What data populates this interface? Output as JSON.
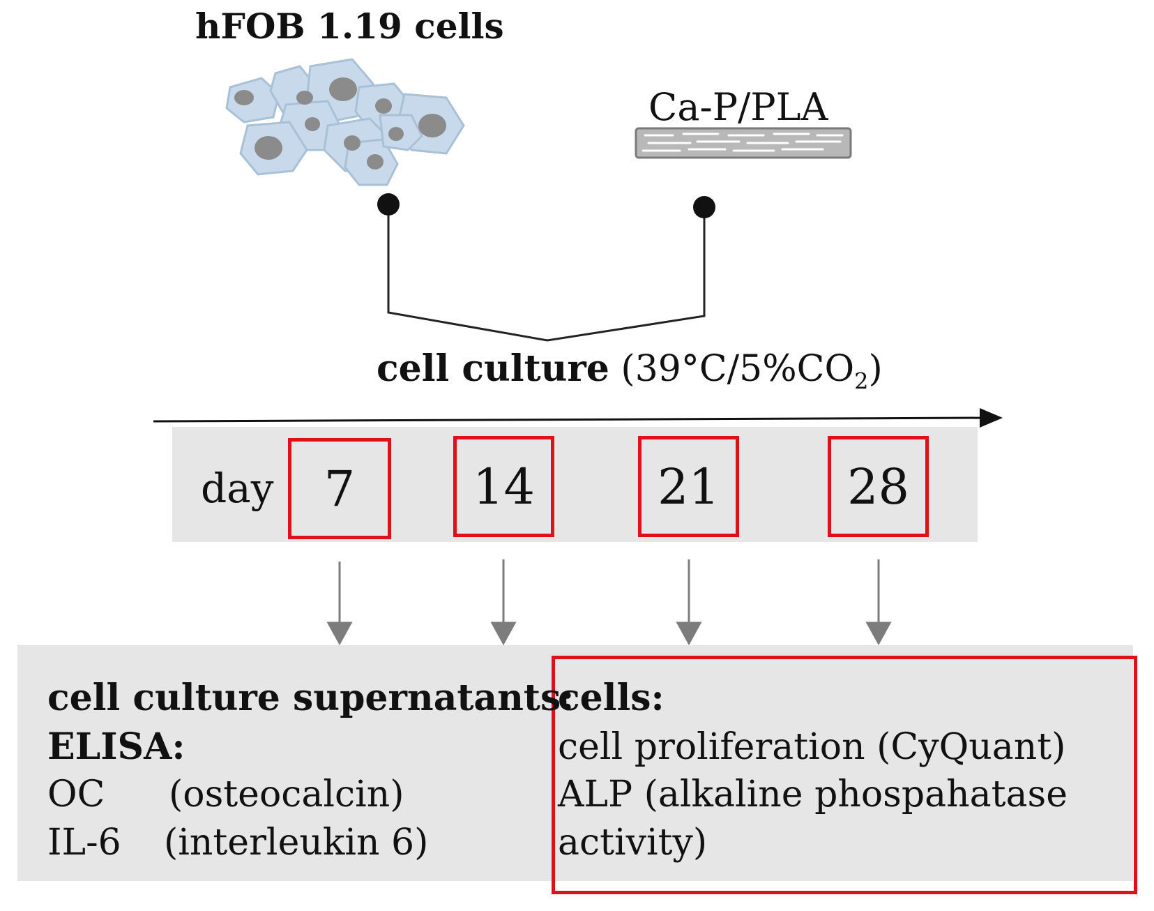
{
  "top": {
    "cells_title": "hFOB 1.19 cells",
    "scaffold_label": "Ca-P/PLA"
  },
  "culture": {
    "label_bold": "cell culture",
    "condition_prefix": "(39°C/5%CO",
    "condition_sub": "2",
    "condition_suffix": ")"
  },
  "timeline": {
    "day_label": "day",
    "days": [
      "7",
      "14",
      "21",
      "28"
    ]
  },
  "supernatants": {
    "heading": "cell culture supernatants:",
    "method": "ELISA:",
    "rows": [
      {
        "abbr": "OC",
        "name": "(osteocalcin)"
      },
      {
        "abbr": "IL-6",
        "name": "(interleukin 6)"
      }
    ]
  },
  "cells_panel": {
    "heading": "cells:",
    "line1": "cell proliferation (CyQuant)",
    "line2": "ALP (alkaline phospahatase",
    "line3": "activity)"
  },
  "colors": {
    "highlight_red": "#e0101a",
    "panel_gray": "#e6e6e6",
    "cell_fill": "#c7d9ea",
    "cell_nucleus": "#8b8b8b"
  }
}
